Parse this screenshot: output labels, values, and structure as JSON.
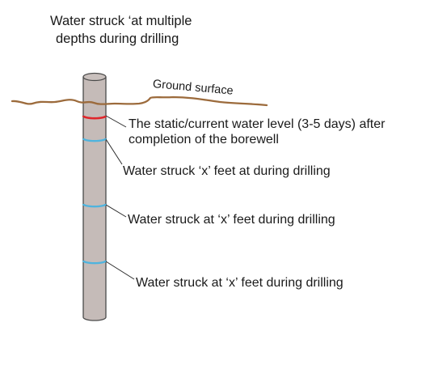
{
  "title": {
    "line1": "Water struck ‘at multiple",
    "line2": "depths during drilling"
  },
  "ground_label": "Ground surface",
  "labels": {
    "static_level_line1": "The static/current water level (3-5 days) after",
    "static_level_line2": "completion of the borewell",
    "strike1": "Water struck ‘x’ feet at during drilling",
    "strike2": "Water struck at ‘x’ feet during drilling",
    "strike3": "Water struck at ‘x’ feet during drilling"
  },
  "colors": {
    "pipe_fill": "#c5bbb8",
    "pipe_stroke": "#4a4a4a",
    "ground": "#9c6b3c",
    "static_level": "#e0262b",
    "water_strike": "#4fb4de",
    "leader": "#2a2a2a"
  }
}
